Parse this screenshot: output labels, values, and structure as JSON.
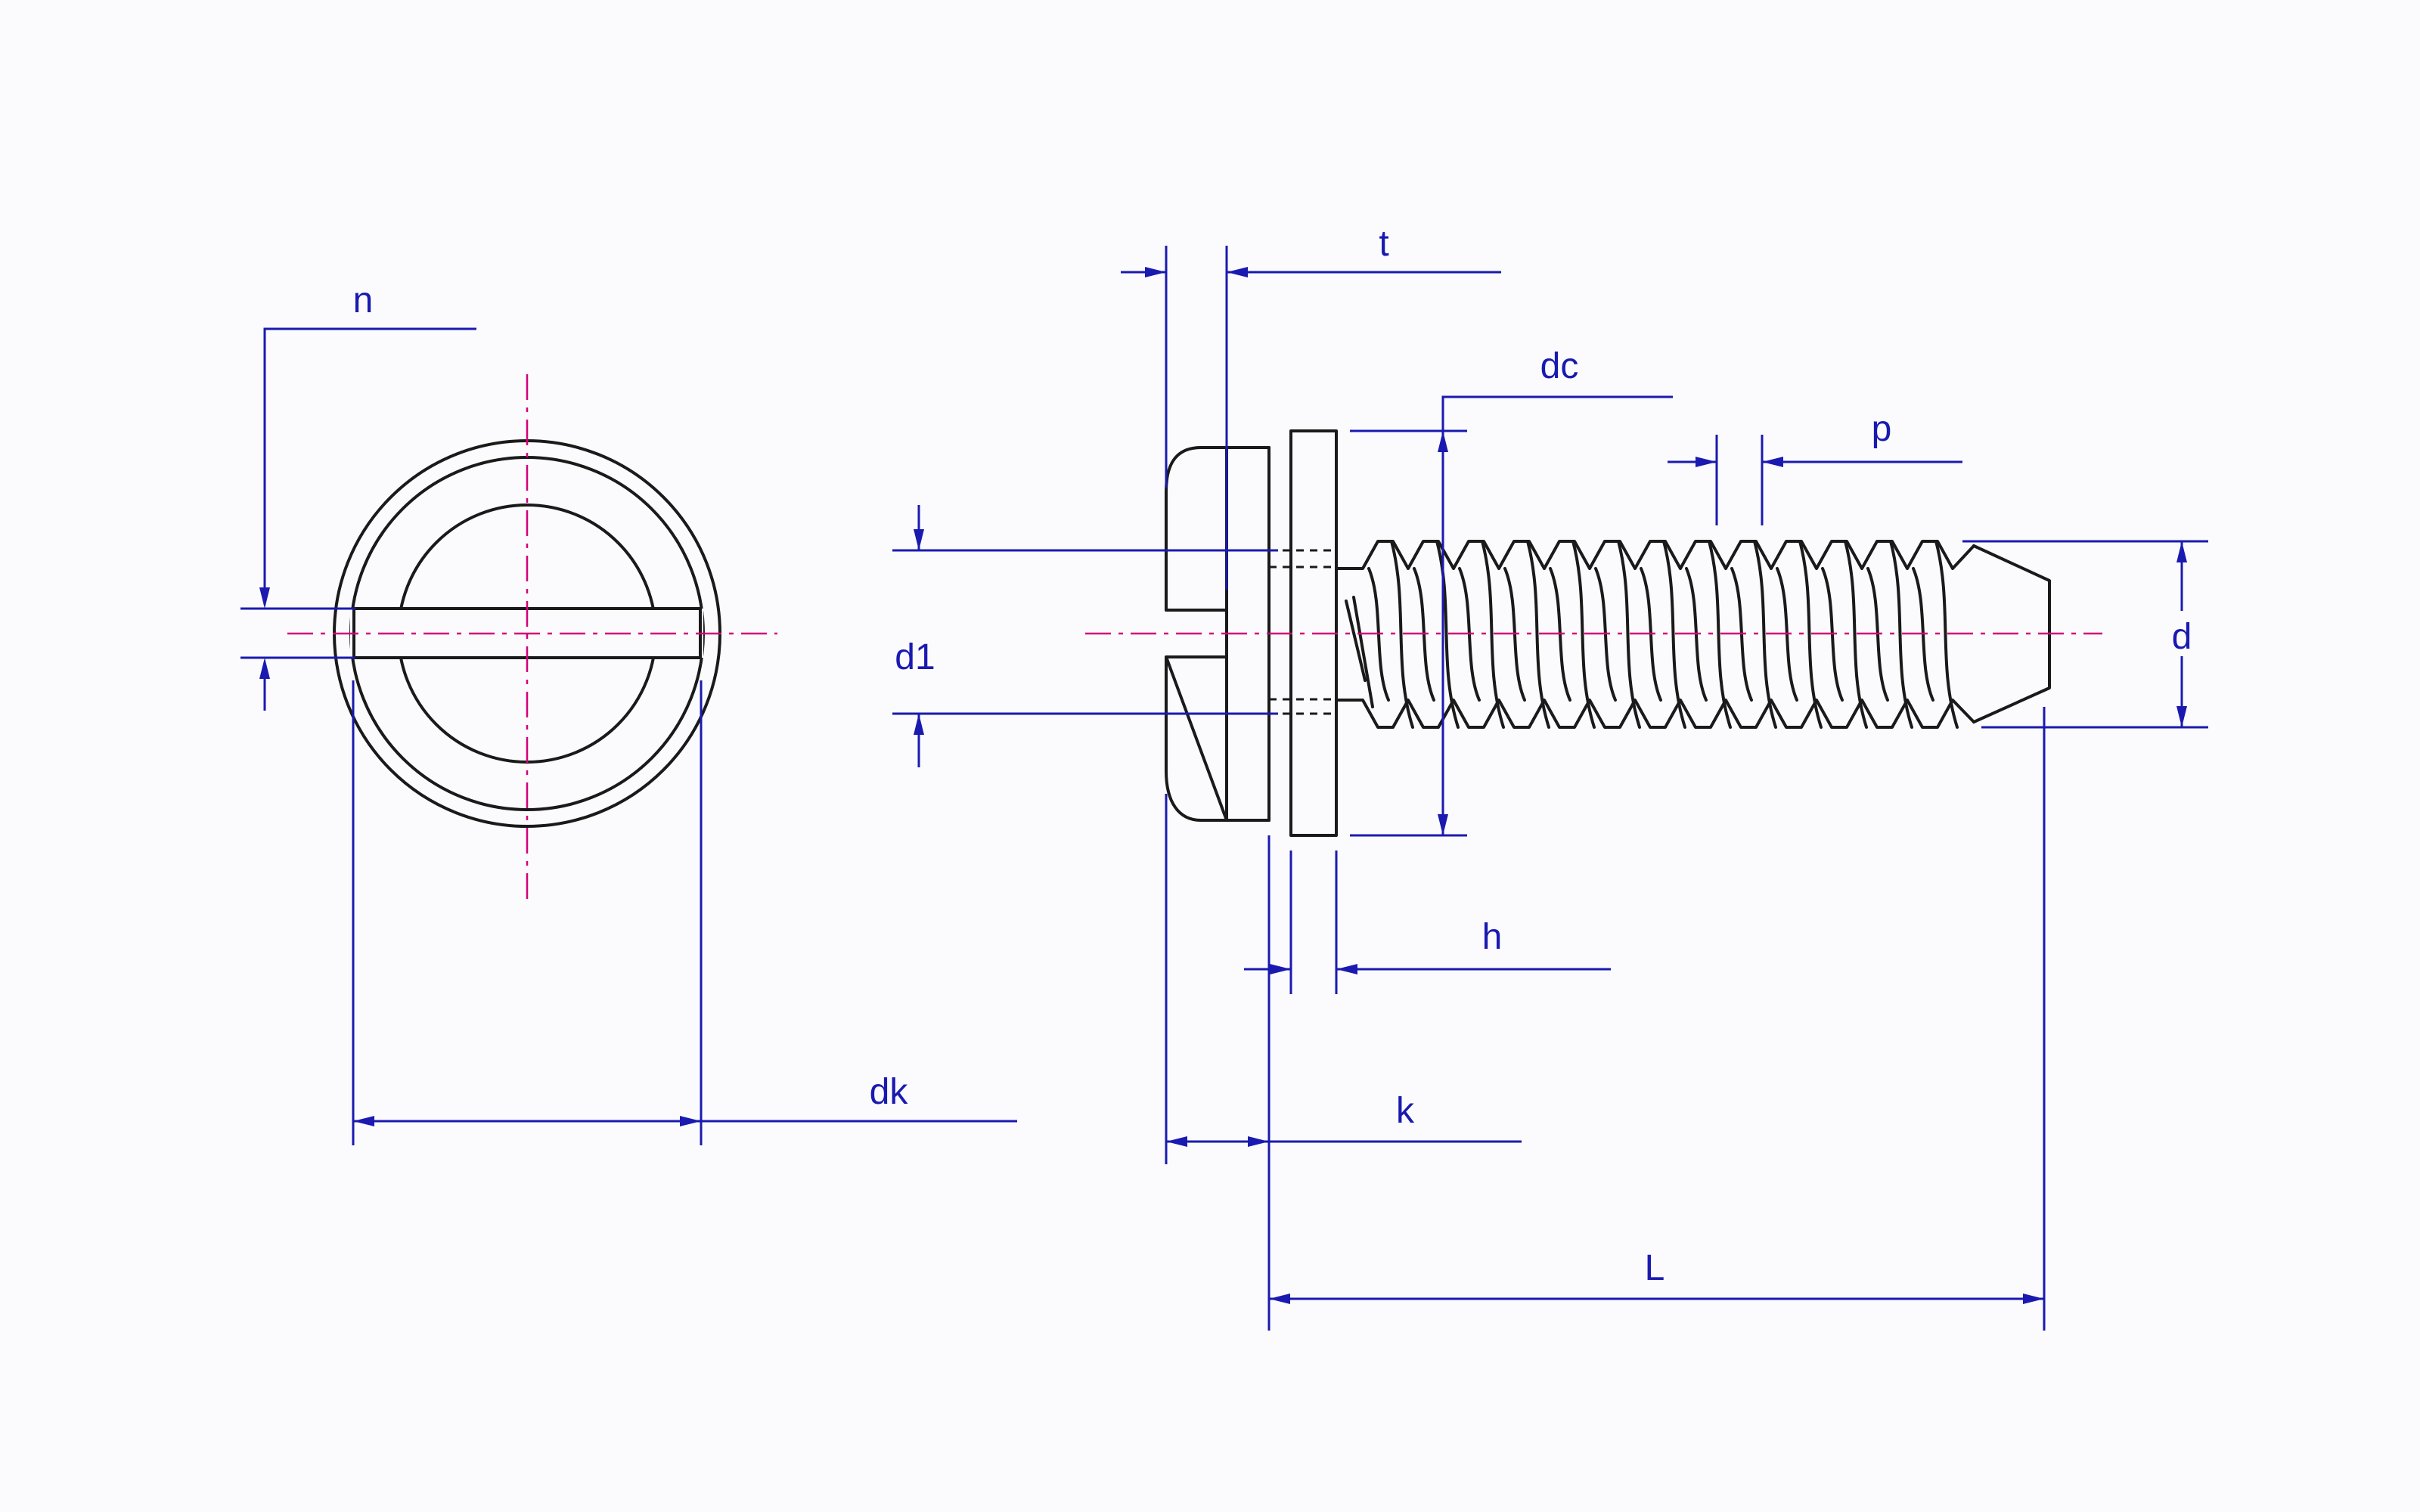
{
  "colors": {
    "outline": "#1a1a1a",
    "dimension": "#1a1ab0",
    "centerline": "#d4007a",
    "background": "#fbfbfd"
  },
  "labels": {
    "n": "n",
    "dk": "dk",
    "t": "t",
    "dc": "dc",
    "p": "p",
    "d1": "d1",
    "d": "d",
    "h": "h",
    "k": "k",
    "L": "L"
  }
}
